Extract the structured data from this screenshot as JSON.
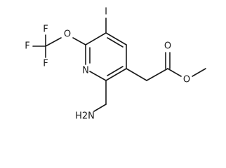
{
  "structure": {
    "atoms": {
      "iodine": "I",
      "ether_oxygen": "O",
      "fluorine_top": "F",
      "fluorine_left": "F",
      "fluorine_bottom": "F",
      "ring_nitrogen": "N",
      "carbonyl_oxygen": "O",
      "ester_oxygen": "O",
      "amine": "H2N"
    }
  }
}
